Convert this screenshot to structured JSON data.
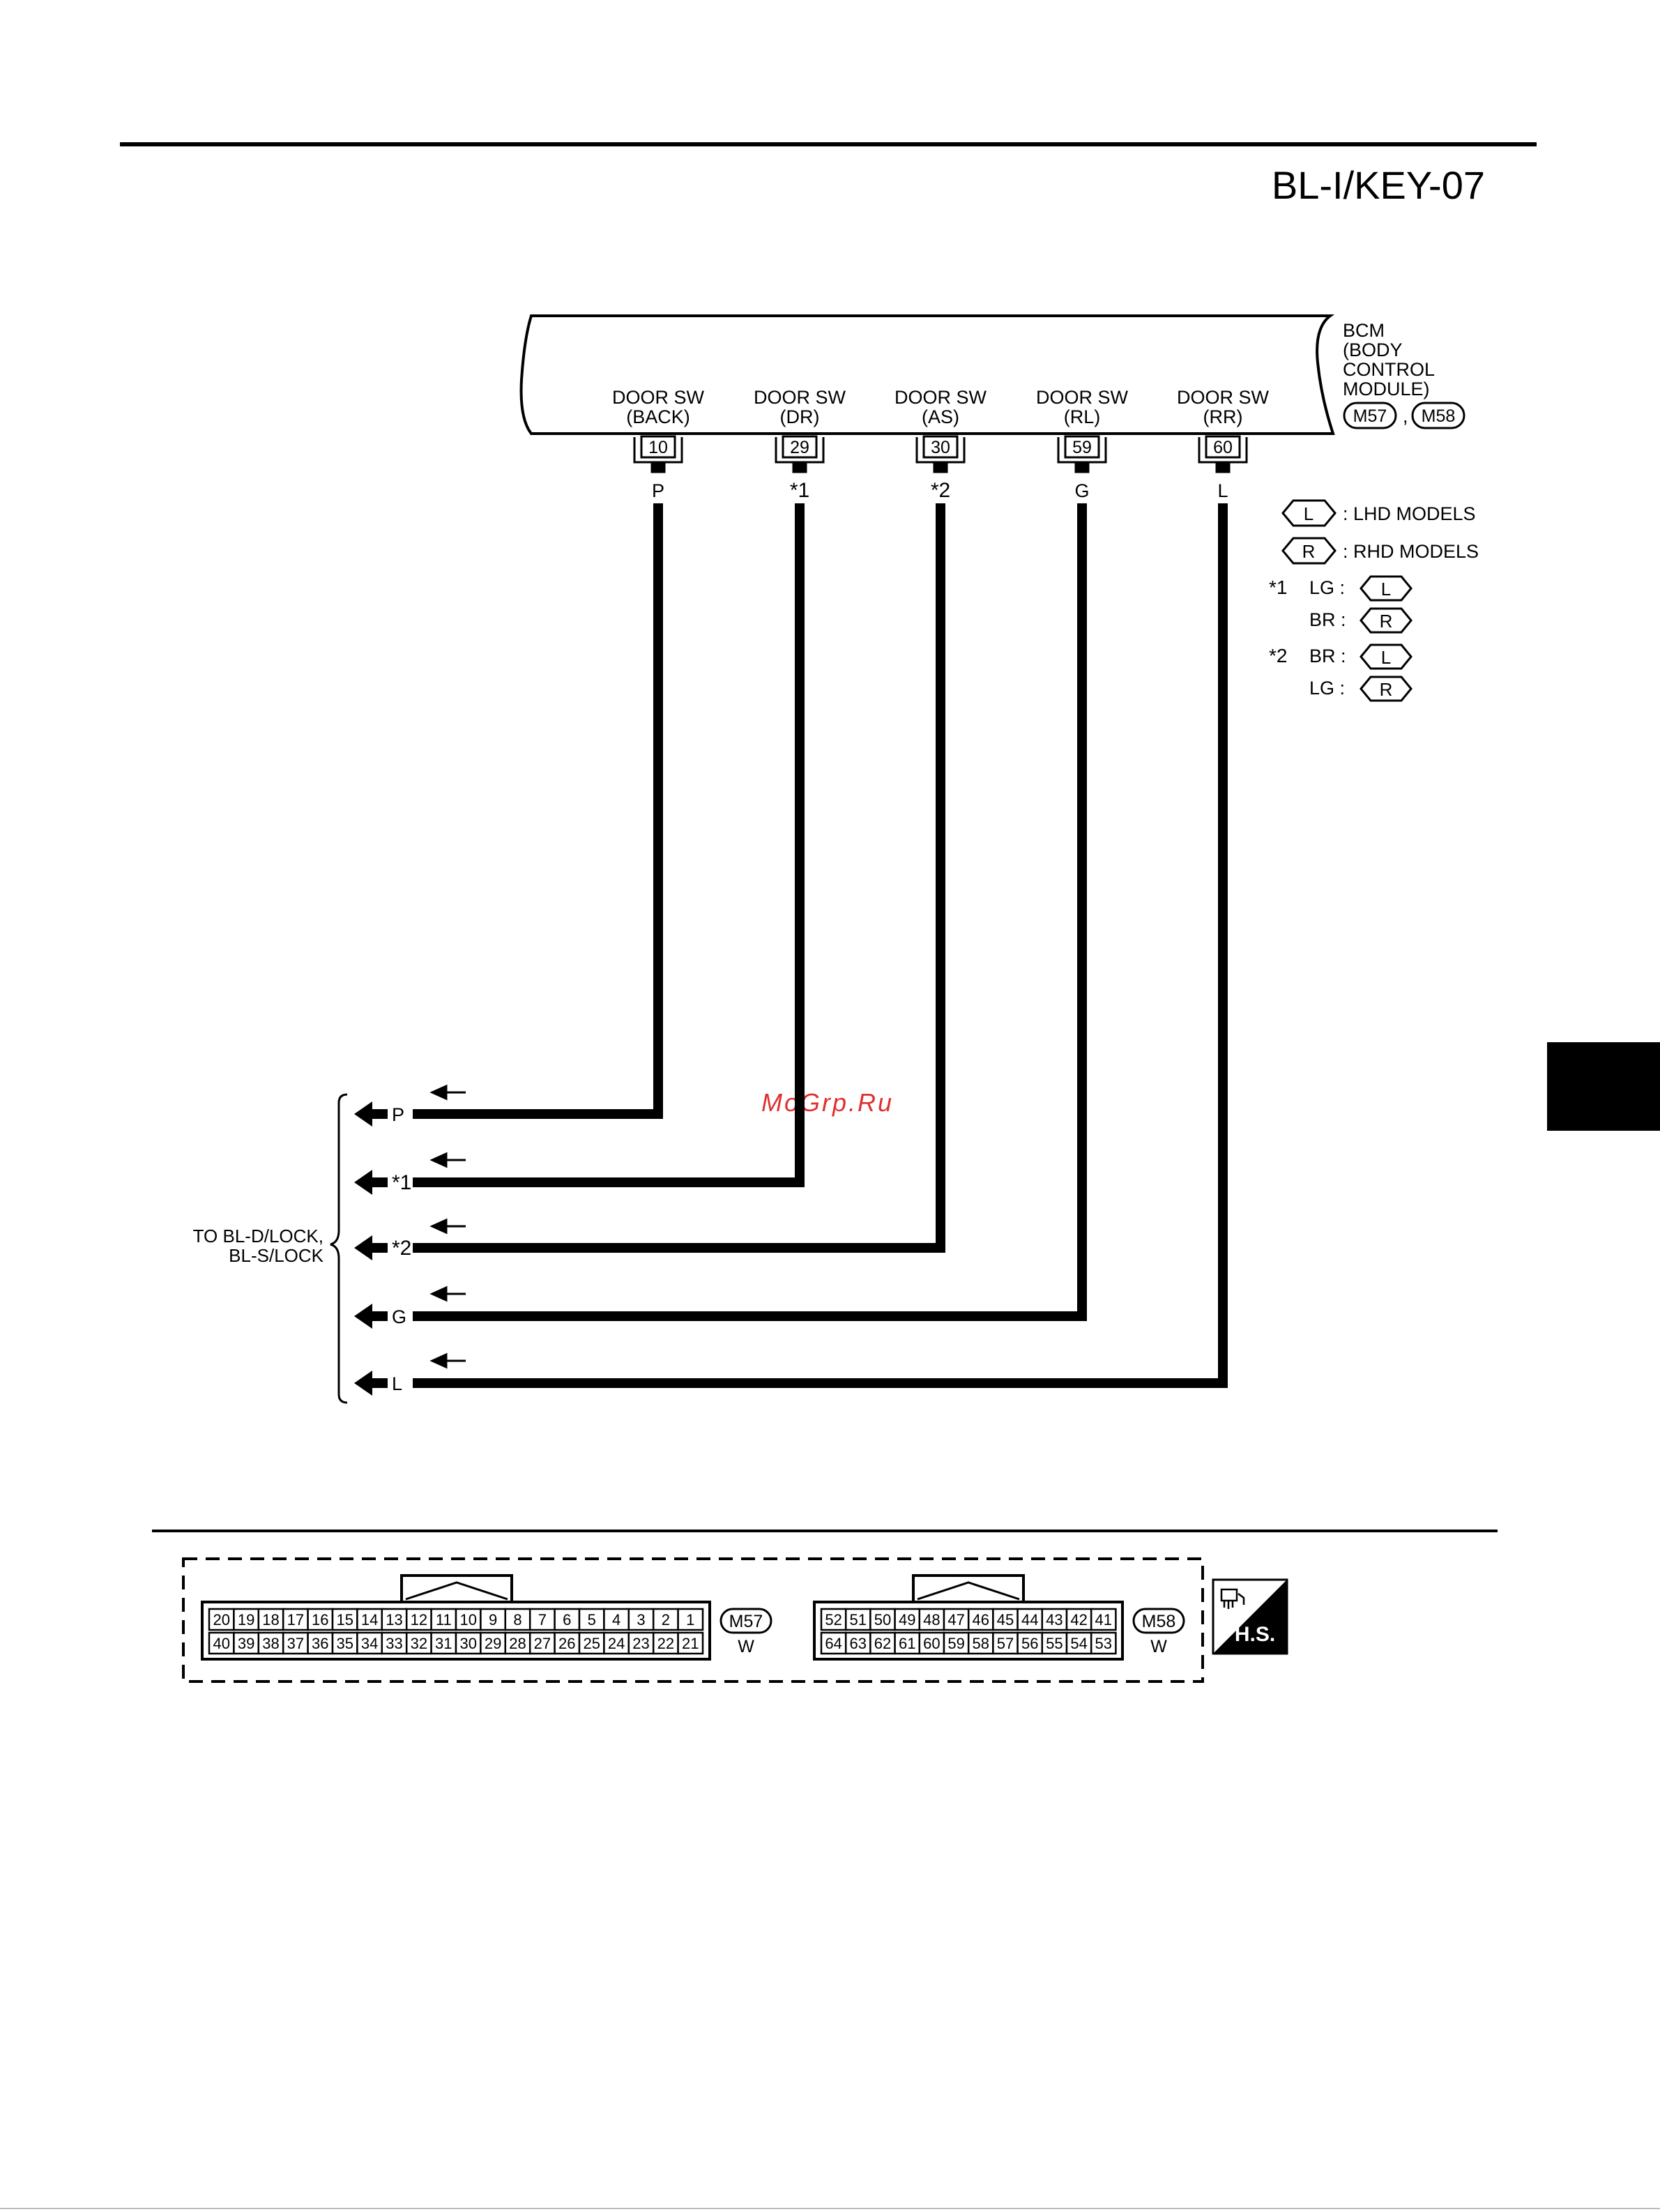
{
  "page_code": "BL-I/KEY-07",
  "watermark": "MoGrp.Ru",
  "module": {
    "lines": [
      "BCM",
      "(BODY",
      "CONTROL",
      "MODULE)"
    ],
    "connectors": [
      "M57",
      "M58"
    ],
    "separator": ","
  },
  "terminals": [
    {
      "label1": "DOOR SW",
      "label2": "(BACK)",
      "pin": "10",
      "wire": "P"
    },
    {
      "label1": "DOOR SW",
      "label2": "(DR)",
      "pin": "29",
      "wire": "*1"
    },
    {
      "label1": "DOOR SW",
      "label2": "(AS)",
      "pin": "30",
      "wire": "*2"
    },
    {
      "label1": "DOOR SW",
      "label2": "(RL)",
      "pin": "59",
      "wire": "G"
    },
    {
      "label1": "DOOR SW",
      "label2": "(RR)",
      "pin": "60",
      "wire": "L"
    }
  ],
  "legend": {
    "lhd": {
      "badge": "L",
      "text": ": LHD MODELS"
    },
    "rhd": {
      "badge": "R",
      "text": ": RHD MODELS"
    },
    "notes": [
      {
        "mark": "*1",
        "rows": [
          {
            "color": "LG :",
            "badge": "L"
          },
          {
            "color": "BR :",
            "badge": "R"
          }
        ]
      },
      {
        "mark": "*2",
        "rows": [
          {
            "color": "BR :",
            "badge": "L"
          },
          {
            "color": "LG :",
            "badge": "R"
          }
        ]
      }
    ]
  },
  "destination": {
    "lines": [
      "TO BL-D/LOCK,",
      "BL-S/LOCK"
    ]
  },
  "connector_views": [
    {
      "id": "M57",
      "color": "W",
      "top_row": [
        "20",
        "19",
        "18",
        "17",
        "16",
        "15",
        "14",
        "13",
        "12",
        "11",
        "10",
        "9",
        "8",
        "7",
        "6",
        "5",
        "4",
        "3",
        "2",
        "1"
      ],
      "bottom_row": [
        "40",
        "39",
        "38",
        "37",
        "36",
        "35",
        "34",
        "33",
        "32",
        "31",
        "30",
        "29",
        "28",
        "27",
        "26",
        "25",
        "24",
        "23",
        "22",
        "21"
      ]
    },
    {
      "id": "M58",
      "color": "W",
      "top_row": [
        "52",
        "51",
        "50",
        "49",
        "48",
        "47",
        "46",
        "45",
        "44",
        "43",
        "42",
        "41"
      ],
      "bottom_row": [
        "64",
        "63",
        "62",
        "61",
        "60",
        "59",
        "58",
        "57",
        "56",
        "55",
        "54",
        "53"
      ]
    }
  ],
  "hs_icon": {
    "label": "H.S."
  }
}
